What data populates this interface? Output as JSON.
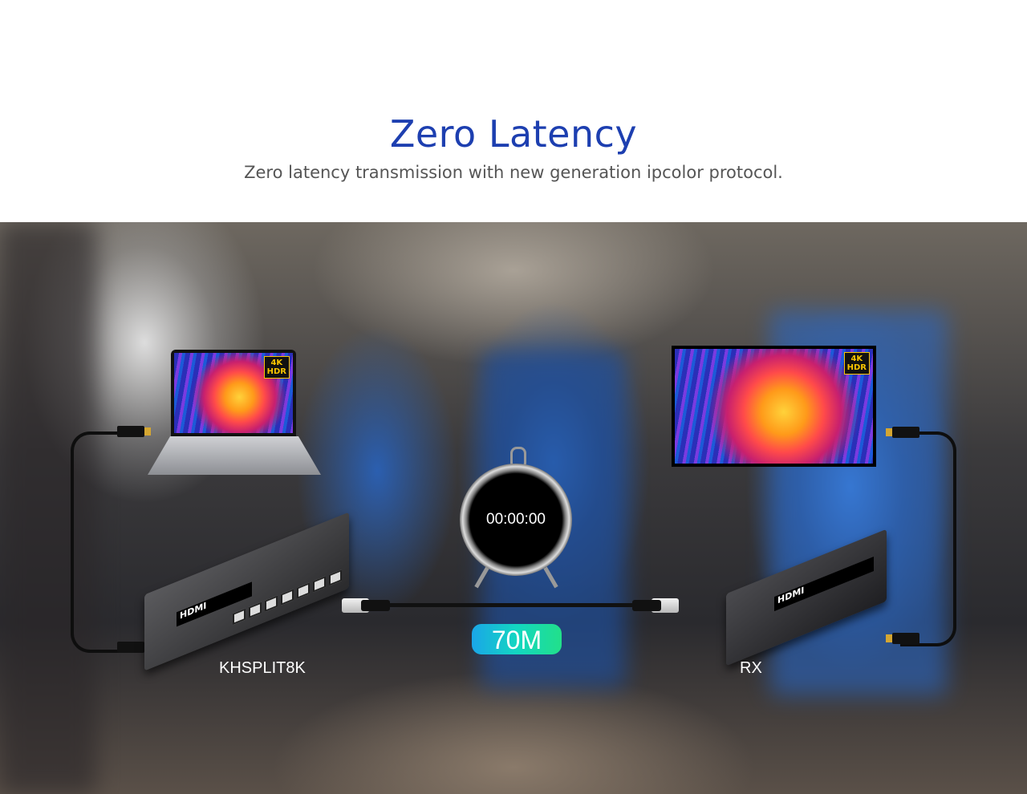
{
  "header": {
    "title": "Zero Latency",
    "subtitle": "Zero latency transmission with new generation ipcolor protocol."
  },
  "diagram": {
    "transmitter_label": "KHSPLIT8K",
    "receiver_label": "RX",
    "timer": "00:00:00",
    "distance": "70M",
    "badge_resolution": "4K",
    "badge_hdr": "HDR",
    "device_brand": "HDMI"
  }
}
